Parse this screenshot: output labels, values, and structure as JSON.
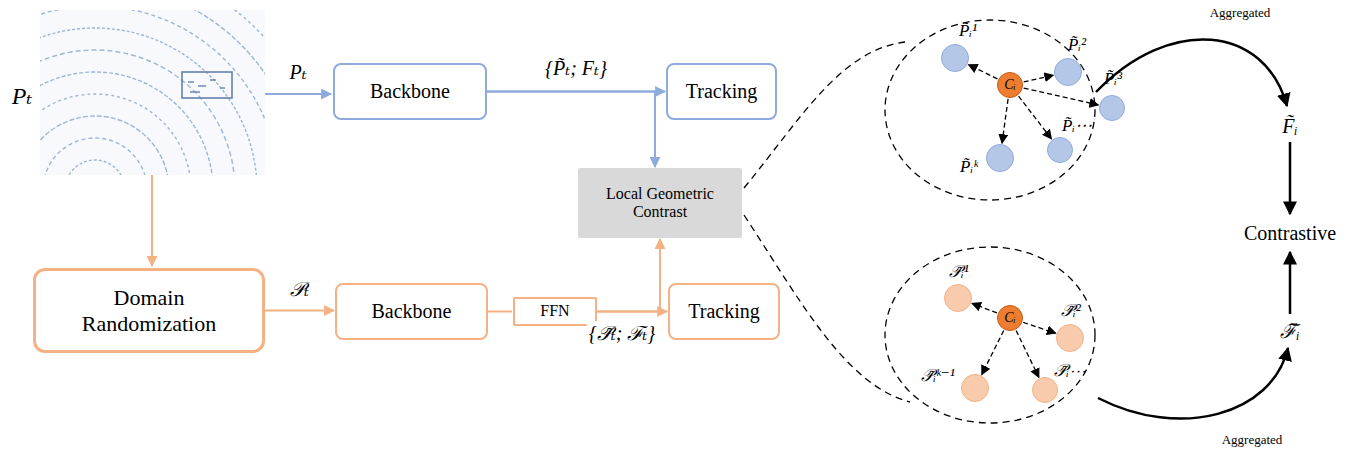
{
  "diagram": {
    "nodes": [
      {
        "text": [
          "Backbone"
        ]
      },
      {
        "text": [
          "Tracking"
        ]
      },
      {
        "text": [
          "Local Geometric Contrast"
        ]
      },
      {
        "text": [
          "Domain Randomization"
        ]
      },
      {
        "text": [
          "Backbone"
        ]
      },
      {
        "text": [
          "FFN"
        ]
      },
      {
        "text": [
          "Tracking"
        ]
      },
      {
        "text": [
          "Cᵢ"
        ]
      },
      {
        "text": [
          "P̃ᵢ¹"
        ]
      },
      {
        "text": [
          "P̃ᵢ²"
        ]
      },
      {
        "text": [
          "P̃ᵢ³"
        ]
      },
      {
        "text": [
          "P̃ᵢᵏ"
        ]
      },
      {
        "text": [
          "P̃ᵢ⋯"
        ]
      },
      {
        "text": [
          "Cᵢ"
        ]
      },
      {
        "text": [
          "𝒫̃ᵢ¹"
        ]
      },
      {
        "text": [
          "𝒫̃ᵢ²"
        ]
      },
      {
        "text": [
          "𝒫̃ᵢᵏ⁻¹"
        ]
      },
      {
        "text": [
          "𝒫̃ᵢ⋯"
        ]
      }
    ],
    "edges": [
      {
        "from": 0,
        "to": 1,
        "arrow": "to",
        "label": "{P̃ₜ; Fₜ}"
      },
      {
        "from": 0,
        "to": 2,
        "arrow": "to"
      },
      {
        "from": 3,
        "to": 4,
        "arrow": "to",
        "label": "𝒫ₜ"
      },
      {
        "from": 4,
        "to": 5,
        "arrow": "none"
      },
      {
        "from": 5,
        "to": 6,
        "arrow": "to",
        "label": "{𝒫̃ₜ; ℱₜ}"
      },
      {
        "from": 5,
        "to": 2,
        "arrow": "to"
      },
      {
        "from": 7,
        "to": 8,
        "arrow": "to"
      },
      {
        "from": 7,
        "to": 9,
        "arrow": "to"
      },
      {
        "from": 7,
        "to": 10,
        "arrow": "to"
      },
      {
        "from": 7,
        "to": 11,
        "arrow": "to"
      },
      {
        "from": 7,
        "to": 12,
        "arrow": "to"
      },
      {
        "from": 13,
        "to": 14,
        "arrow": "to"
      },
      {
        "from": 13,
        "to": 15,
        "arrow": "to"
      },
      {
        "from": 13,
        "to": 16,
        "arrow": "to"
      },
      {
        "from": 13,
        "to": 17,
        "arrow": "to"
      }
    ],
    "labels": [
      "Pₜ",
      "Pₜ",
      "Aggregated",
      "F̃ᵢ",
      "Contrastive",
      "ℱ̃ᵢ",
      "Aggregated"
    ]
  }
}
